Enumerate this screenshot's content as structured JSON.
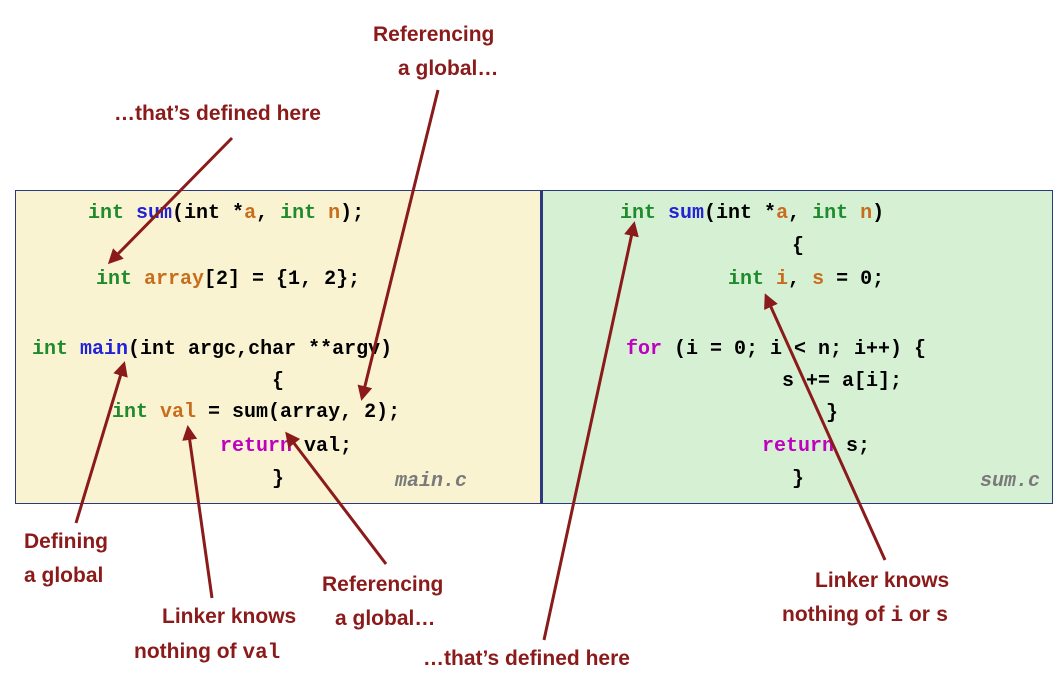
{
  "main_c": {
    "filename": "main.c",
    "line1": [
      "int",
      " ",
      "sum",
      "(int *",
      "a",
      ", ",
      "int",
      " ",
      "n",
      ");"
    ],
    "line2": [
      "int",
      " ",
      "array",
      "[2] = {1, 2};"
    ],
    "line3": [
      "int",
      " ",
      "main",
      "(int argc,char **argv)"
    ],
    "line4": "{",
    "line5": [
      "int",
      " ",
      "val",
      " = sum(array, 2);"
    ],
    "line6": [
      "return",
      " val;"
    ],
    "line7": "}"
  },
  "sum_c": {
    "filename": "sum.c",
    "line1": [
      "int",
      " ",
      "sum",
      "(int *",
      "a",
      ", ",
      "int",
      " ",
      "n",
      ")"
    ],
    "line2": "{",
    "line3": [
      "int",
      " ",
      "i",
      ", ",
      "s",
      " = 0;"
    ],
    "line4": [
      "for",
      " (i = 0; i < n; i++) {"
    ],
    "line5": "s += a[i];",
    "line6": "}",
    "line7": [
      "return",
      " s;"
    ],
    "line8": "}"
  },
  "annotations": {
    "referencing_top_1": "Referencing",
    "referencing_top_2": "a global…",
    "defined_here_top": "…that’s defined here",
    "defining_1": "Defining",
    "defining_2": "a global",
    "linker_val_1": "Linker knows",
    "linker_val_2": "nothing of ",
    "linker_val_code": "val",
    "referencing_bottom_1": "Referencing",
    "referencing_bottom_2": "a global…",
    "defined_here_bottom": "…that’s defined here",
    "linker_is_1": "Linker knows",
    "linker_is_2": "nothing of ",
    "linker_is_code_i": "i",
    "linker_is_or": " or ",
    "linker_is_code_s": "s"
  },
  "colors": {
    "annotation": "#8b1a1a",
    "keyword": "#1f8b2c",
    "function": "#2222d8",
    "identifier": "#c76d1c",
    "return_keyword": "#c000c0",
    "panel_main_bg": "#f9f3d2",
    "panel_sum_bg": "#d6f0d4",
    "panel_border": "#2b3a7a"
  }
}
